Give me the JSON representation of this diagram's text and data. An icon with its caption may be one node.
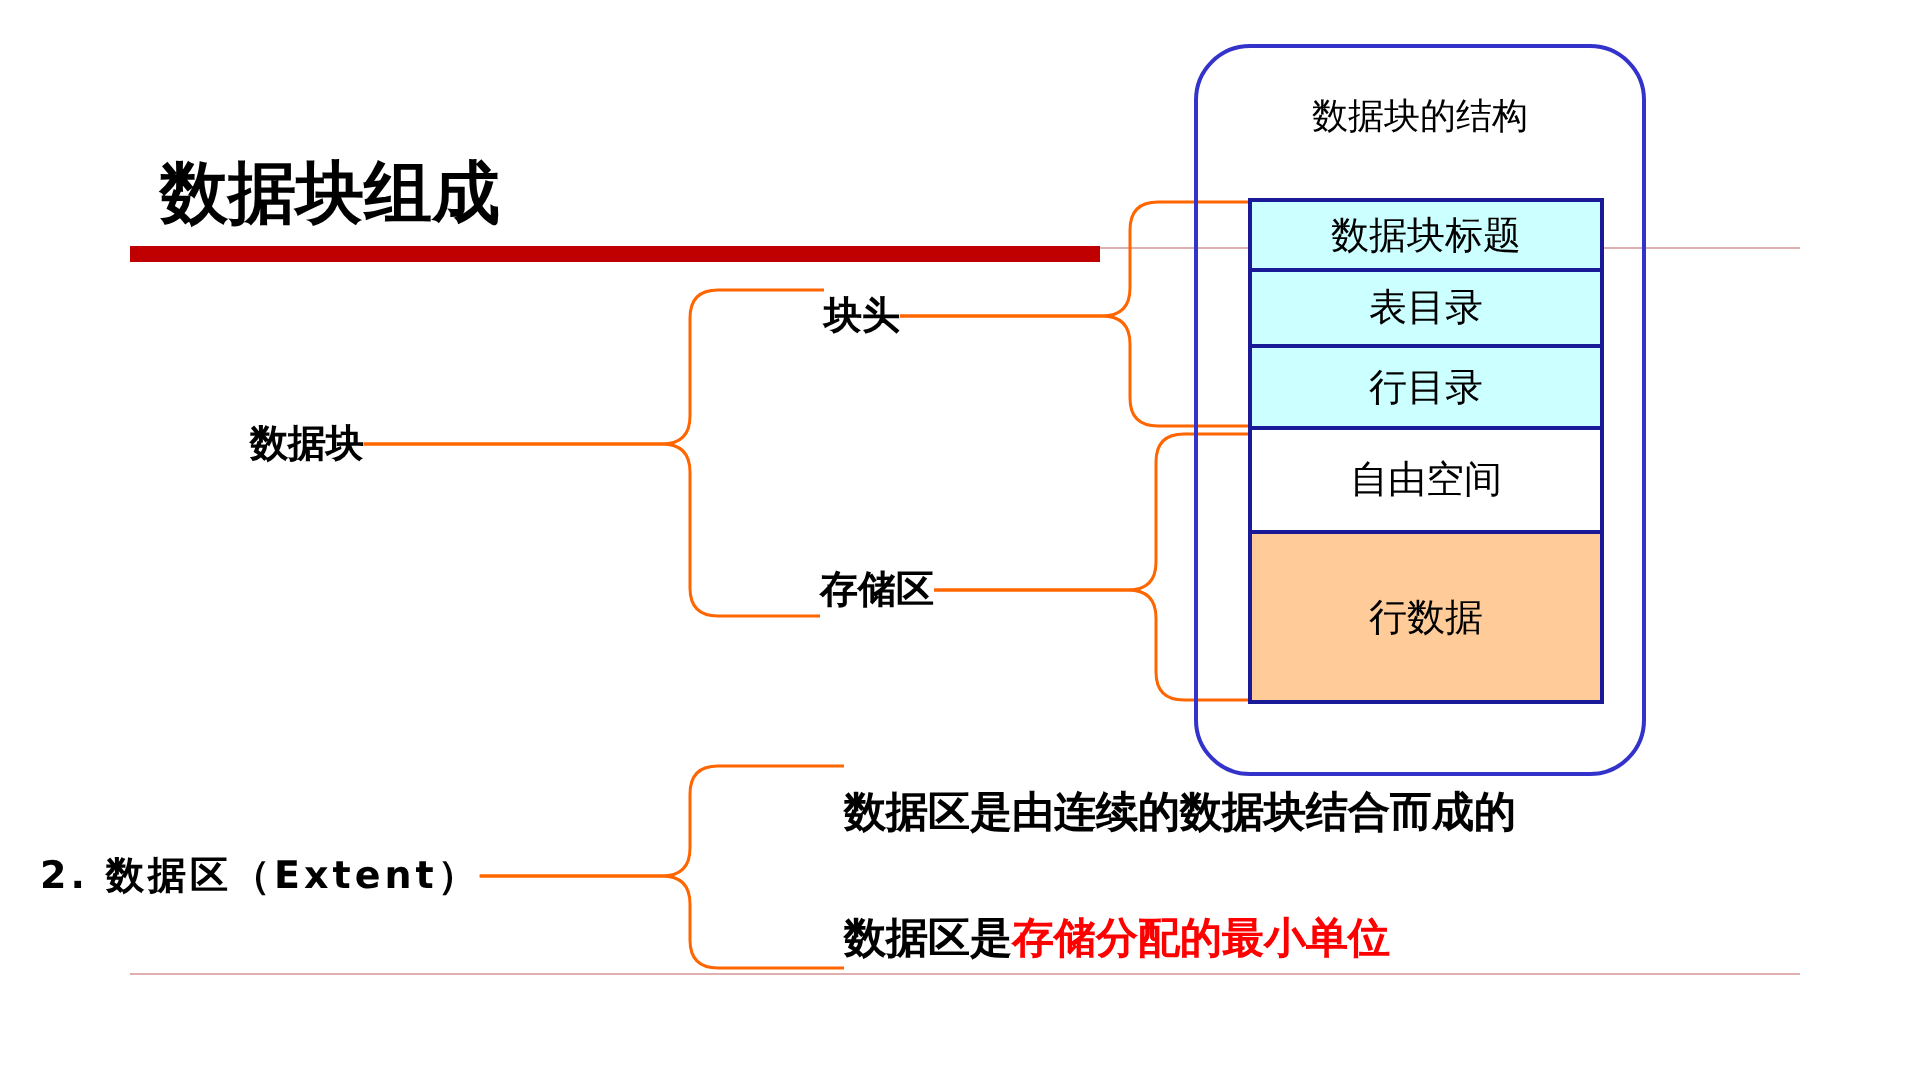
{
  "diagram": {
    "title": "数据块组成",
    "nodes": [
      {
        "text": [
          "数据块的结构"
        ]
      },
      {
        "text": [
          "数据块标题"
        ],
        "in": 0
      },
      {
        "text": [
          "表目录"
        ],
        "in": 0
      },
      {
        "text": [
          "行目录"
        ],
        "in": 0
      },
      {
        "text": [
          "自由空间"
        ],
        "in": 0
      },
      {
        "text": [
          "行数据"
        ],
        "in": 0
      },
      {
        "text": [
          "数据块"
        ]
      },
      {
        "text": [
          "块头"
        ]
      },
      {
        "text": [
          "存储区"
        ]
      },
      {
        "text": [
          "2. 数据区（Extent）"
        ]
      },
      {
        "text": [
          "数据区是由连续的数据块结合而成的"
        ]
      },
      {
        "text": [
          "数据区是",
          "存储分配的最小单位"
        ]
      }
    ],
    "edges": [
      {
        "from": 6,
        "to": 7,
        "arrow": "none"
      },
      {
        "from": 6,
        "to": 8,
        "arrow": "none"
      },
      {
        "from": 7,
        "to": 1,
        "arrow": "none"
      },
      {
        "from": 7,
        "to": 3,
        "arrow": "none"
      },
      {
        "from": 8,
        "to": 4,
        "arrow": "none"
      },
      {
        "from": 8,
        "to": 5,
        "arrow": "none"
      },
      {
        "from": 9,
        "to": 10,
        "arrow": "none"
      },
      {
        "from": 9,
        "to": 11,
        "arrow": "none"
      }
    ]
  }
}
